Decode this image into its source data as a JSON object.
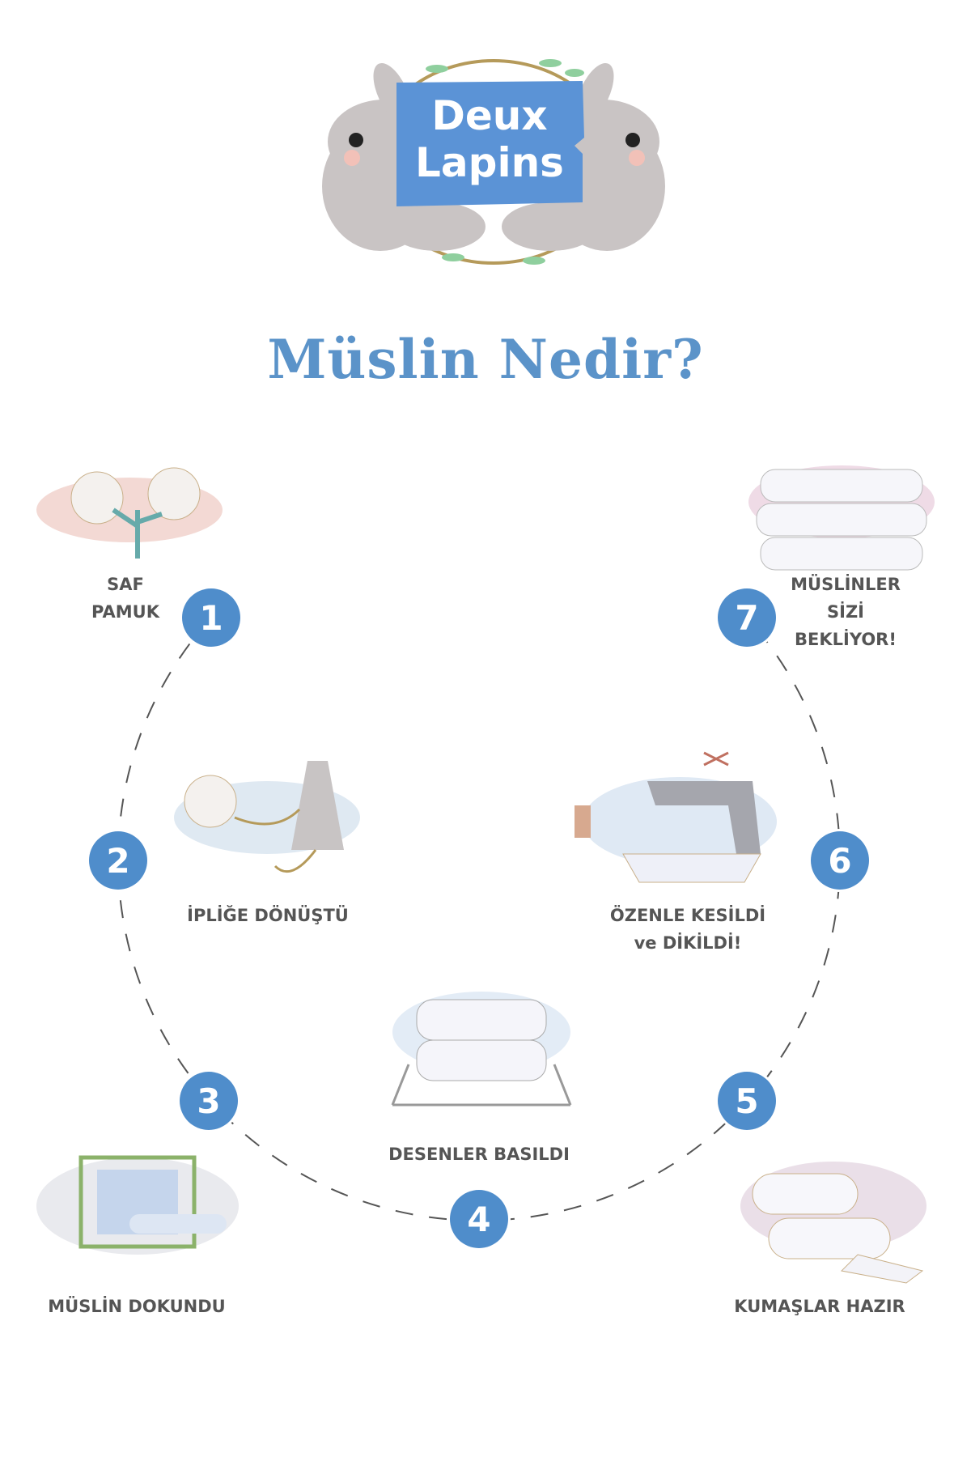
{
  "logo": {
    "text_line1": "Deux",
    "text_line2": "Lapins"
  },
  "title": "Müslin Nedir?",
  "steps": [
    {
      "number": "1",
      "label_lines": [
        "SAF",
        "PAMUK"
      ]
    },
    {
      "number": "2",
      "label_lines": [
        "İPLİĞE DÖNÜŞTÜ"
      ]
    },
    {
      "number": "3",
      "label_lines": [
        "MÜSLİN DOKUNDU"
      ]
    },
    {
      "number": "4",
      "label_lines": [
        "DESENLER BASILDI"
      ]
    },
    {
      "number": "5",
      "label_lines": [
        "KUMAŞLAR HAZIR"
      ]
    },
    {
      "number": "6",
      "label_lines": [
        "ÖZENLE KESİLDİ",
        "ve DİKİLDİ!"
      ]
    },
    {
      "number": "7",
      "label_lines": [
        "MÜSLİNLER",
        "SİZİ",
        "BEKLİYOR!"
      ]
    }
  ],
  "colors": {
    "accent": "#4f8dcb",
    "title": "#5b93c9",
    "label": "#555555"
  }
}
